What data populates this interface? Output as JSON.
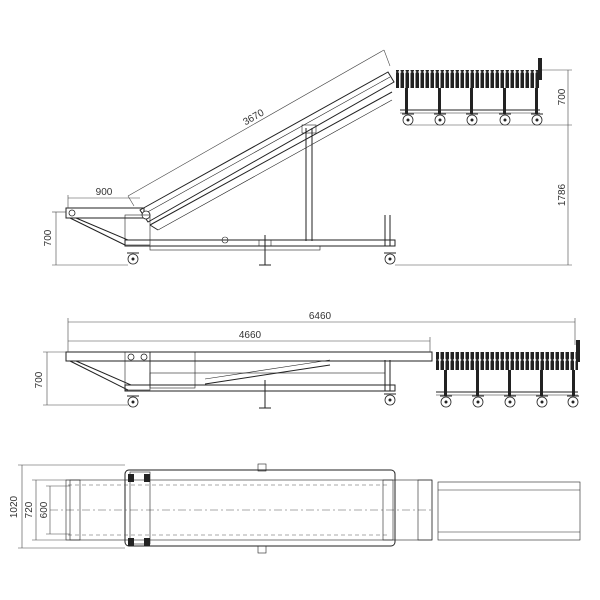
{
  "side_view_inclined": {
    "slope_length": "3670",
    "lower_bed_length": "900",
    "lower_height": "700",
    "roller_height": "700",
    "lift_height": "1786"
  },
  "side_view_flat": {
    "overall_length": "6460",
    "belt_section_length": "4660",
    "height": "700"
  },
  "plan_view": {
    "overall_width": "1020",
    "frame_width": "720",
    "belt_width": "600"
  }
}
